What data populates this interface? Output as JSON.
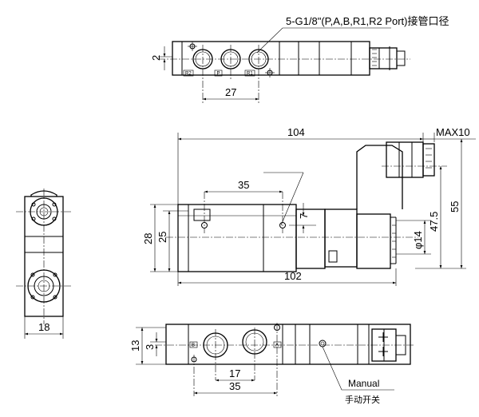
{
  "top_view": {
    "port_callout": "5-G1/8\"(P,A,B,R1,R2 Port)接管口径",
    "port_labels": [
      "R2",
      "P",
      "R1"
    ],
    "dim_offset": "2",
    "dim_pitch": "27"
  },
  "front_view": {
    "dim_length": "104",
    "dim_max": "MAX10",
    "dim_hole_spacing": "35",
    "dim_hole_offset": "7",
    "dim_height_outer": "28",
    "dim_height_inner": "25",
    "dim_body_length": "102",
    "dim_coil_dia": "φ14",
    "dim_height_coil": "47.5",
    "dim_height_total": "55"
  },
  "end_view": {
    "dim_width": "18"
  },
  "bottom_view": {
    "port_labels": [
      "B",
      "A"
    ],
    "dim_height_outer": "13",
    "dim_height_inner": "3",
    "dim_port_spacing": "17",
    "dim_hole_spacing": "35",
    "manual_label": "Manual",
    "manual_label_cn": "手动开关"
  }
}
